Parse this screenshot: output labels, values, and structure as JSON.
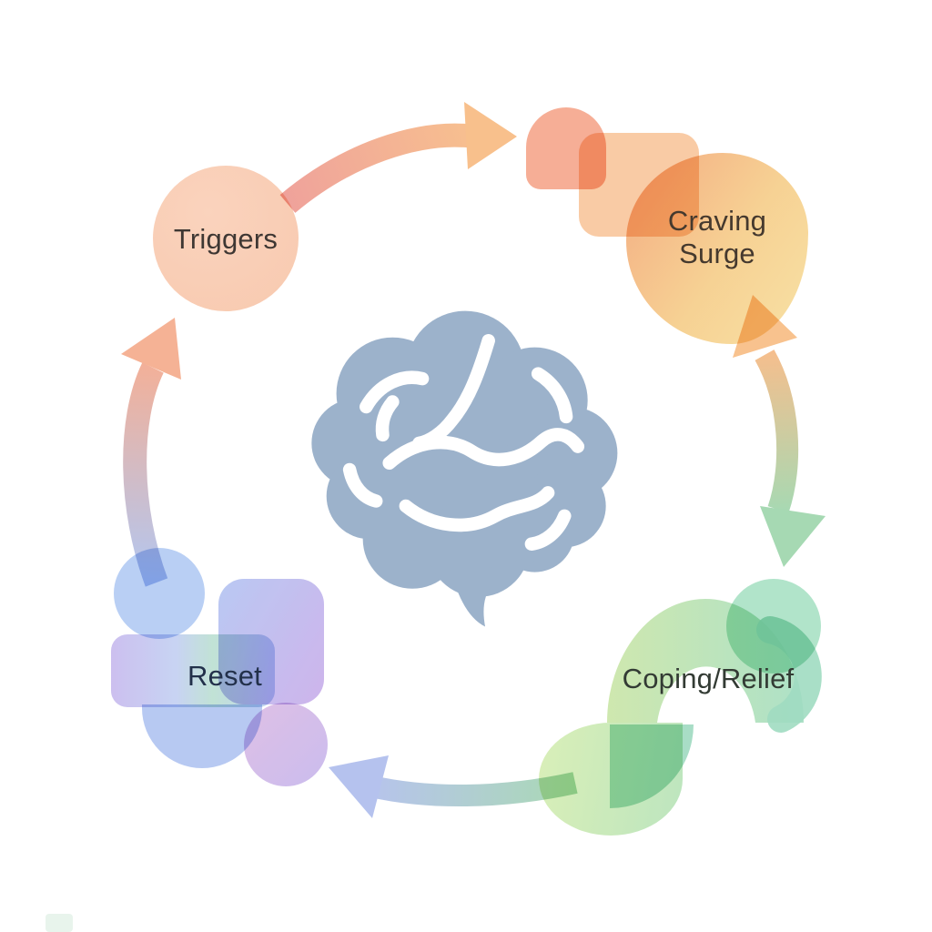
{
  "diagram": {
    "type": "cycle",
    "subject": "craving cycle with brain at center",
    "stages": [
      {
        "id": "triggers",
        "label": "Triggers"
      },
      {
        "id": "craving-surge",
        "label": "Craving Surge"
      },
      {
        "id": "coping-relief",
        "label": "Coping/Relief"
      },
      {
        "id": "reset",
        "label": "Reset"
      }
    ],
    "center": {
      "icon": "brain-icon"
    },
    "arrows": [
      {
        "from": "triggers",
        "to": "craving-surge",
        "style": "curved",
        "direction": "one-way"
      },
      {
        "from": "craving-surge",
        "to": "coping-relief",
        "style": "curved",
        "direction": "two-way"
      },
      {
        "from": "coping-relief",
        "to": "reset",
        "style": "curved",
        "direction": "one-way"
      },
      {
        "from": "reset",
        "to": "triggers",
        "style": "curved",
        "direction": "one-way"
      }
    ]
  },
  "palette": {
    "background": "#ffffff",
    "brain_fill": "#9cb2cb",
    "label_color": "#3a3a3a",
    "reset_label_color": "#22304a",
    "triggers_fill": "#f8c9af",
    "craving_from": "#f3ac7e",
    "craving_to": "#f7dc9c",
    "coping_green": "#a9e1c5",
    "reset_blue": "#b5cdf4",
    "reset_purple": "#c9ace9",
    "arrow_salmon": "#f0a49a",
    "arrow_orange": "#f8c28e",
    "arrow_green": "#a6d9b3",
    "arrow_periwinkle": "#b7c3ee"
  }
}
